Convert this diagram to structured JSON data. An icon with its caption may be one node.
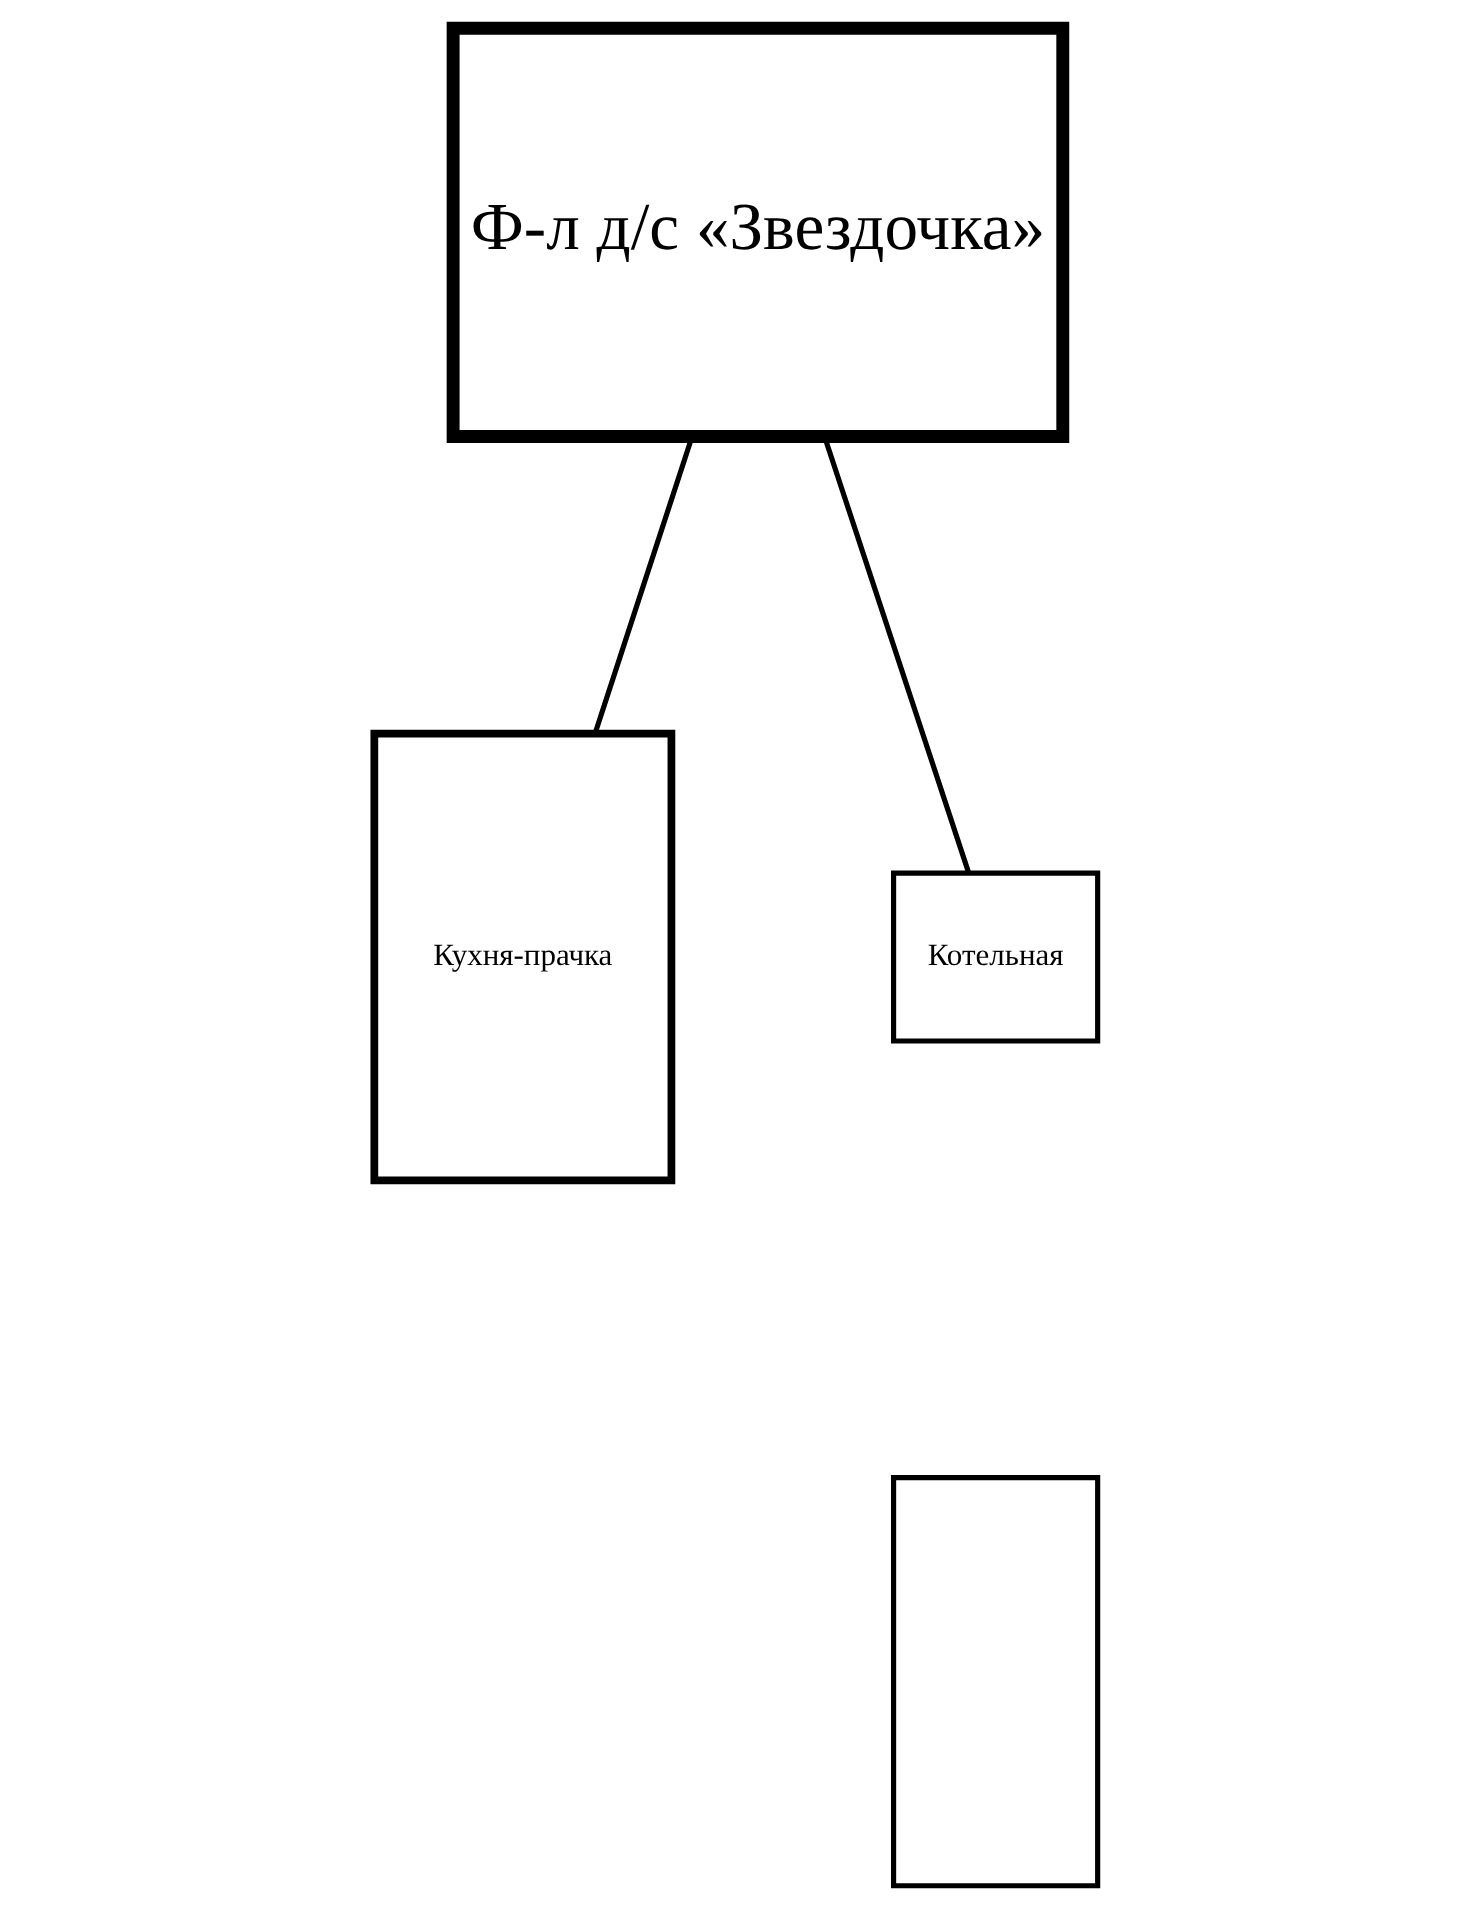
{
  "diagram": {
    "nodes": [
      {
        "text": [
          "Ф-л д/с «Звездочка»"
        ]
      },
      {
        "text": [
          "Кухня-прачка"
        ]
      },
      {
        "text": [
          "Котельная"
        ]
      },
      {
        "text": [],
        "shape": "box"
      }
    ],
    "edges": [
      {
        "from": 0,
        "to": 1,
        "arrow": "none"
      },
      {
        "from": 0,
        "to": 2,
        "arrow": "none"
      }
    ]
  }
}
